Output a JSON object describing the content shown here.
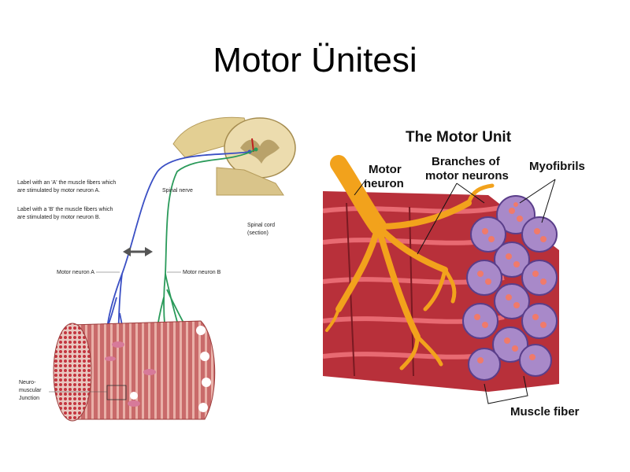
{
  "slide": {
    "title": "Motor Ünitesi"
  },
  "left_figure": {
    "instruction_a": "Label with an 'A' the muscle fibers which",
    "instruction_a2": "are stimulated by motor neuron A.",
    "instruction_b": "Label with a 'B' the muscle fibers which",
    "instruction_b2": "are stimulated by motor neuron B.",
    "spinal_nerve": "Spinal nerve",
    "spinal_cord": "Spinal cord",
    "spinal_cord_sub": "(section)",
    "motor_neuron_a": "Motor neuron A",
    "motor_neuron_b": "Motor neuron B",
    "nmj_1": "Neuro-",
    "nmj_2": "muscular",
    "nmj_3": "Junction"
  },
  "right_figure": {
    "heading": "The Motor Unit",
    "motor_neuron_1": "Motor",
    "motor_neuron_2": "neuron",
    "branches_1": "Branches of",
    "branches_2": "motor neurons",
    "myofibrils": "Myofibrils",
    "muscle_fiber": "Muscle fiber"
  },
  "colors": {
    "neuron_a": "#3a4fc4",
    "neuron_b": "#2a9a5a",
    "muscle": "#c0424e",
    "neuron_orange": "#f2a21c",
    "spinal_cord": "#e9d9a6"
  }
}
